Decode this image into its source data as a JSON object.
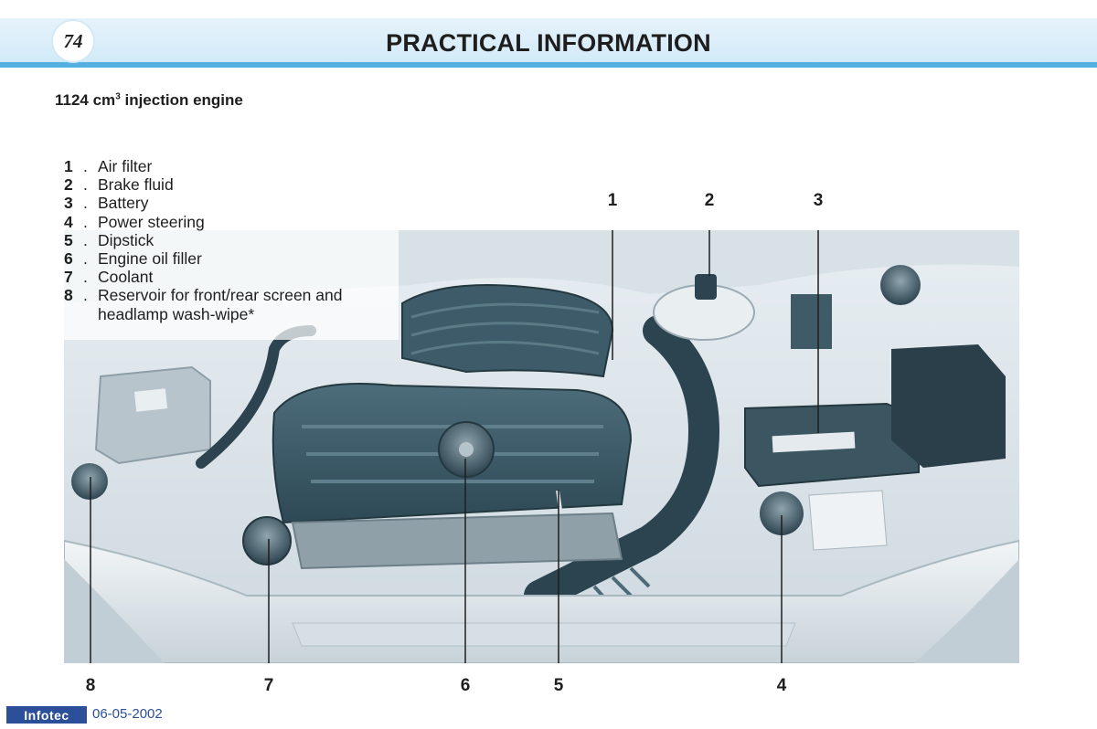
{
  "header": {
    "page_number": "74",
    "title": "PRACTICAL INFORMATION"
  },
  "section": {
    "heading_main": "1124 cm",
    "heading_sup": "3",
    "heading_rest": " injection engine"
  },
  "legend": {
    "separator": ".",
    "items": [
      {
        "number": "1",
        "label": "Air filter"
      },
      {
        "number": "2",
        "label": "Brake fluid"
      },
      {
        "number": "3",
        "label": "Battery"
      },
      {
        "number": "4",
        "label": "Power steering"
      },
      {
        "number": "5",
        "label": "Dipstick"
      },
      {
        "number": "6",
        "label": "Engine oil filler"
      },
      {
        "number": "7",
        "label": "Coolant"
      },
      {
        "number": "8",
        "label": "Reservoir for front/rear screen and"
      }
    ],
    "continuation": "headlamp wash-wipe*"
  },
  "callouts": {
    "c1": "1",
    "c2": "2",
    "c3": "3",
    "c4": "4",
    "c5": "5",
    "c6": "6",
    "c7": "7",
    "c8": "8"
  },
  "footer": {
    "logo_text": "Infotec",
    "date": "06-05-2002"
  },
  "colors": {
    "header_band": "#d2eaf8",
    "header_rule": "#55b0e2",
    "engine_dark": "#3a5866",
    "body_panel": "#dfe7ec",
    "footer_brand": "#2c4f9a"
  }
}
